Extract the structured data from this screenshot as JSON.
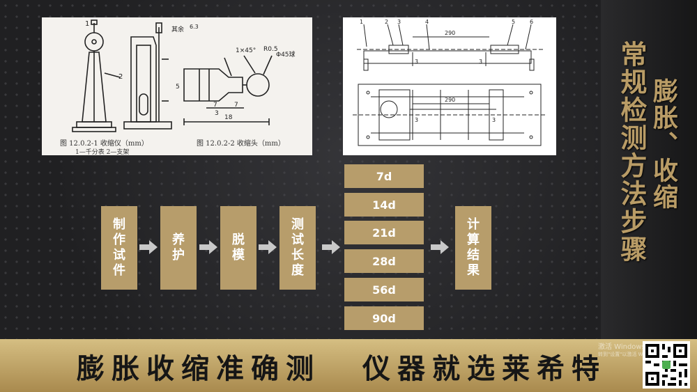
{
  "title": {
    "line1": "常规检测方法步骤",
    "line2": "膨胀、收缩"
  },
  "figure_left": {
    "caption1": "图 12.0.2-1   收缩仪（mm）",
    "caption1_sub": "1—千分表   2—支架",
    "caption2": "图 12.0.2-2   收缩头（mm）",
    "labels": [
      "1",
      "2",
      "其余",
      "6.3",
      "1×45°",
      "R0.5",
      "Φ45球",
      "18",
      "7",
      "7",
      "3",
      "5"
    ]
  },
  "figure_right": {
    "part_labels": [
      "1",
      "2",
      "3",
      "4",
      "5",
      "6"
    ],
    "dims": [
      "290",
      "3",
      "3",
      "290",
      "3",
      "3"
    ]
  },
  "flow": {
    "steps": [
      "制作试件",
      "养护",
      "脱模",
      "测试长度"
    ],
    "days": [
      "7d",
      "14d",
      "21d",
      "28d",
      "56d",
      "90d"
    ],
    "result": "计算结果"
  },
  "banner": {
    "slogan_left": "膨胀收缩准确测",
    "slogan_right": "仪器就选莱希特",
    "watermark_line1": "激活 Windows",
    "watermark_line2": "转到\"设置\"以激活 Windows。"
  },
  "colors": {
    "accent": "#b79d6b",
    "title": "#b99c66",
    "banner": "#c9af72",
    "background": "#202022"
  }
}
